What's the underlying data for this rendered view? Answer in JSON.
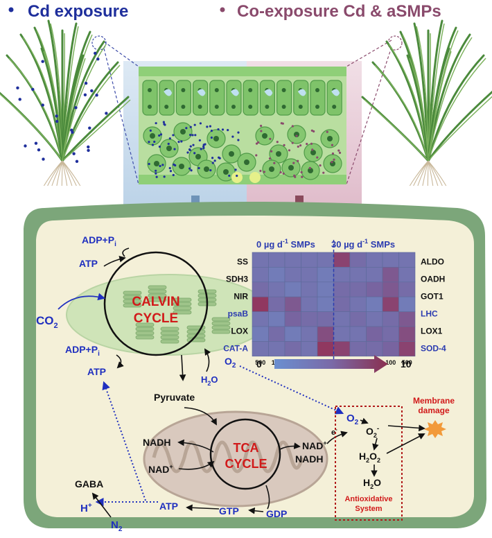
{
  "header": {
    "left_title": "Cd exposure",
    "right_title": "Co-exposure Cd & aSMPs",
    "left_color": "#1f2f9c",
    "right_color": "#8a4a6c"
  },
  "calvin": {
    "line1": "CALVIN",
    "line2": "CYCLE",
    "adp_top": "ADP+P",
    "adp_top_sub": "i",
    "atp_top": "ATP",
    "co2": "CO",
    "co2_sub": "2",
    "adp_bottom": "ADP+P",
    "adp_bottom_sub": "i",
    "atp_bottom": "ATP",
    "h2o_pre": "H",
    "h2o_sub": "2",
    "h2o_post": "O",
    "o2": "O",
    "o2_sub": "2",
    "pyruvate": "Pyruvate"
  },
  "tca": {
    "line1": "TCA",
    "line2": "CYCLE",
    "nadh_left": "NADH",
    "nad_left": "NAD",
    "nad_right": "NAD",
    "nadh_right": "NADH",
    "gtp": "GTP",
    "gdp": "GDP",
    "atp": "ATP",
    "gaba": "GABA",
    "h_plus": "H",
    "n2": "N",
    "n2_sub": "2",
    "electron": "e"
  },
  "ros": {
    "o2": "O",
    "o2_sub": "2",
    "superoxide": "O",
    "superoxide_sub": "2",
    "superoxide_sup": "-",
    "h2o2_pre": "H",
    "h2o2_sub1": "2",
    "h2o2_mid": "O",
    "h2o2_sub2": "2",
    "h2o_pre": "H",
    "h2o_sub": "2",
    "h2o_post": "O",
    "membrane_line1": "Membrane",
    "membrane_line2": "damage",
    "antiox_line1": "Antioxidative",
    "antiox_line2": "System"
  },
  "chart_data": {
    "type": "heatmap",
    "title_left": "0 µg d",
    "title_left_sup": "-1",
    "title_left_tail": " SMPs",
    "title_right": "30 µg d",
    "title_right_sup": "-1",
    "title_right_tail": " SMPs",
    "rows_left": [
      "SS",
      "SDH3",
      "NIR",
      "psaB",
      "LOX",
      "CAT-A"
    ],
    "rows_left_colors": [
      "#111111",
      "#111111",
      "#111111",
      "#2b3bb0",
      "#111111",
      "#2b3bb0"
    ],
    "rows_right": [
      "ALDO",
      "OADH",
      "GOT1",
      "LHC",
      "LOX1",
      "SOD-4"
    ],
    "rows_right_colors": [
      "#111111",
      "#111111",
      "#111111",
      "#2b3bb0",
      "#111111",
      "#2b3bb0"
    ],
    "columns": [
      "500",
      "100",
      "50",
      "10",
      "1",
      "1",
      "10",
      "50",
      "100",
      "500"
    ],
    "colorbar_min": "0",
    "colorbar_max": "10",
    "colorbar_range": [
      0,
      10
    ],
    "values": [
      [
        3,
        3,
        3,
        3,
        3,
        8,
        4,
        3,
        3,
        3
      ],
      [
        3,
        2,
        3,
        3,
        2,
        3,
        3,
        3,
        6,
        3
      ],
      [
        4,
        3,
        2,
        3,
        2,
        4,
        4,
        5,
        6,
        4
      ],
      [
        9,
        4,
        6,
        3,
        2,
        4,
        3,
        2,
        8,
        2
      ],
      [
        3,
        2,
        5,
        4,
        4,
        3,
        4,
        3,
        4,
        6
      ],
      [
        2,
        4,
        2,
        3,
        7,
        3,
        3,
        5,
        4,
        7
      ],
      [
        3,
        3,
        4,
        3,
        9,
        8,
        4,
        4,
        5,
        8
      ]
    ]
  }
}
